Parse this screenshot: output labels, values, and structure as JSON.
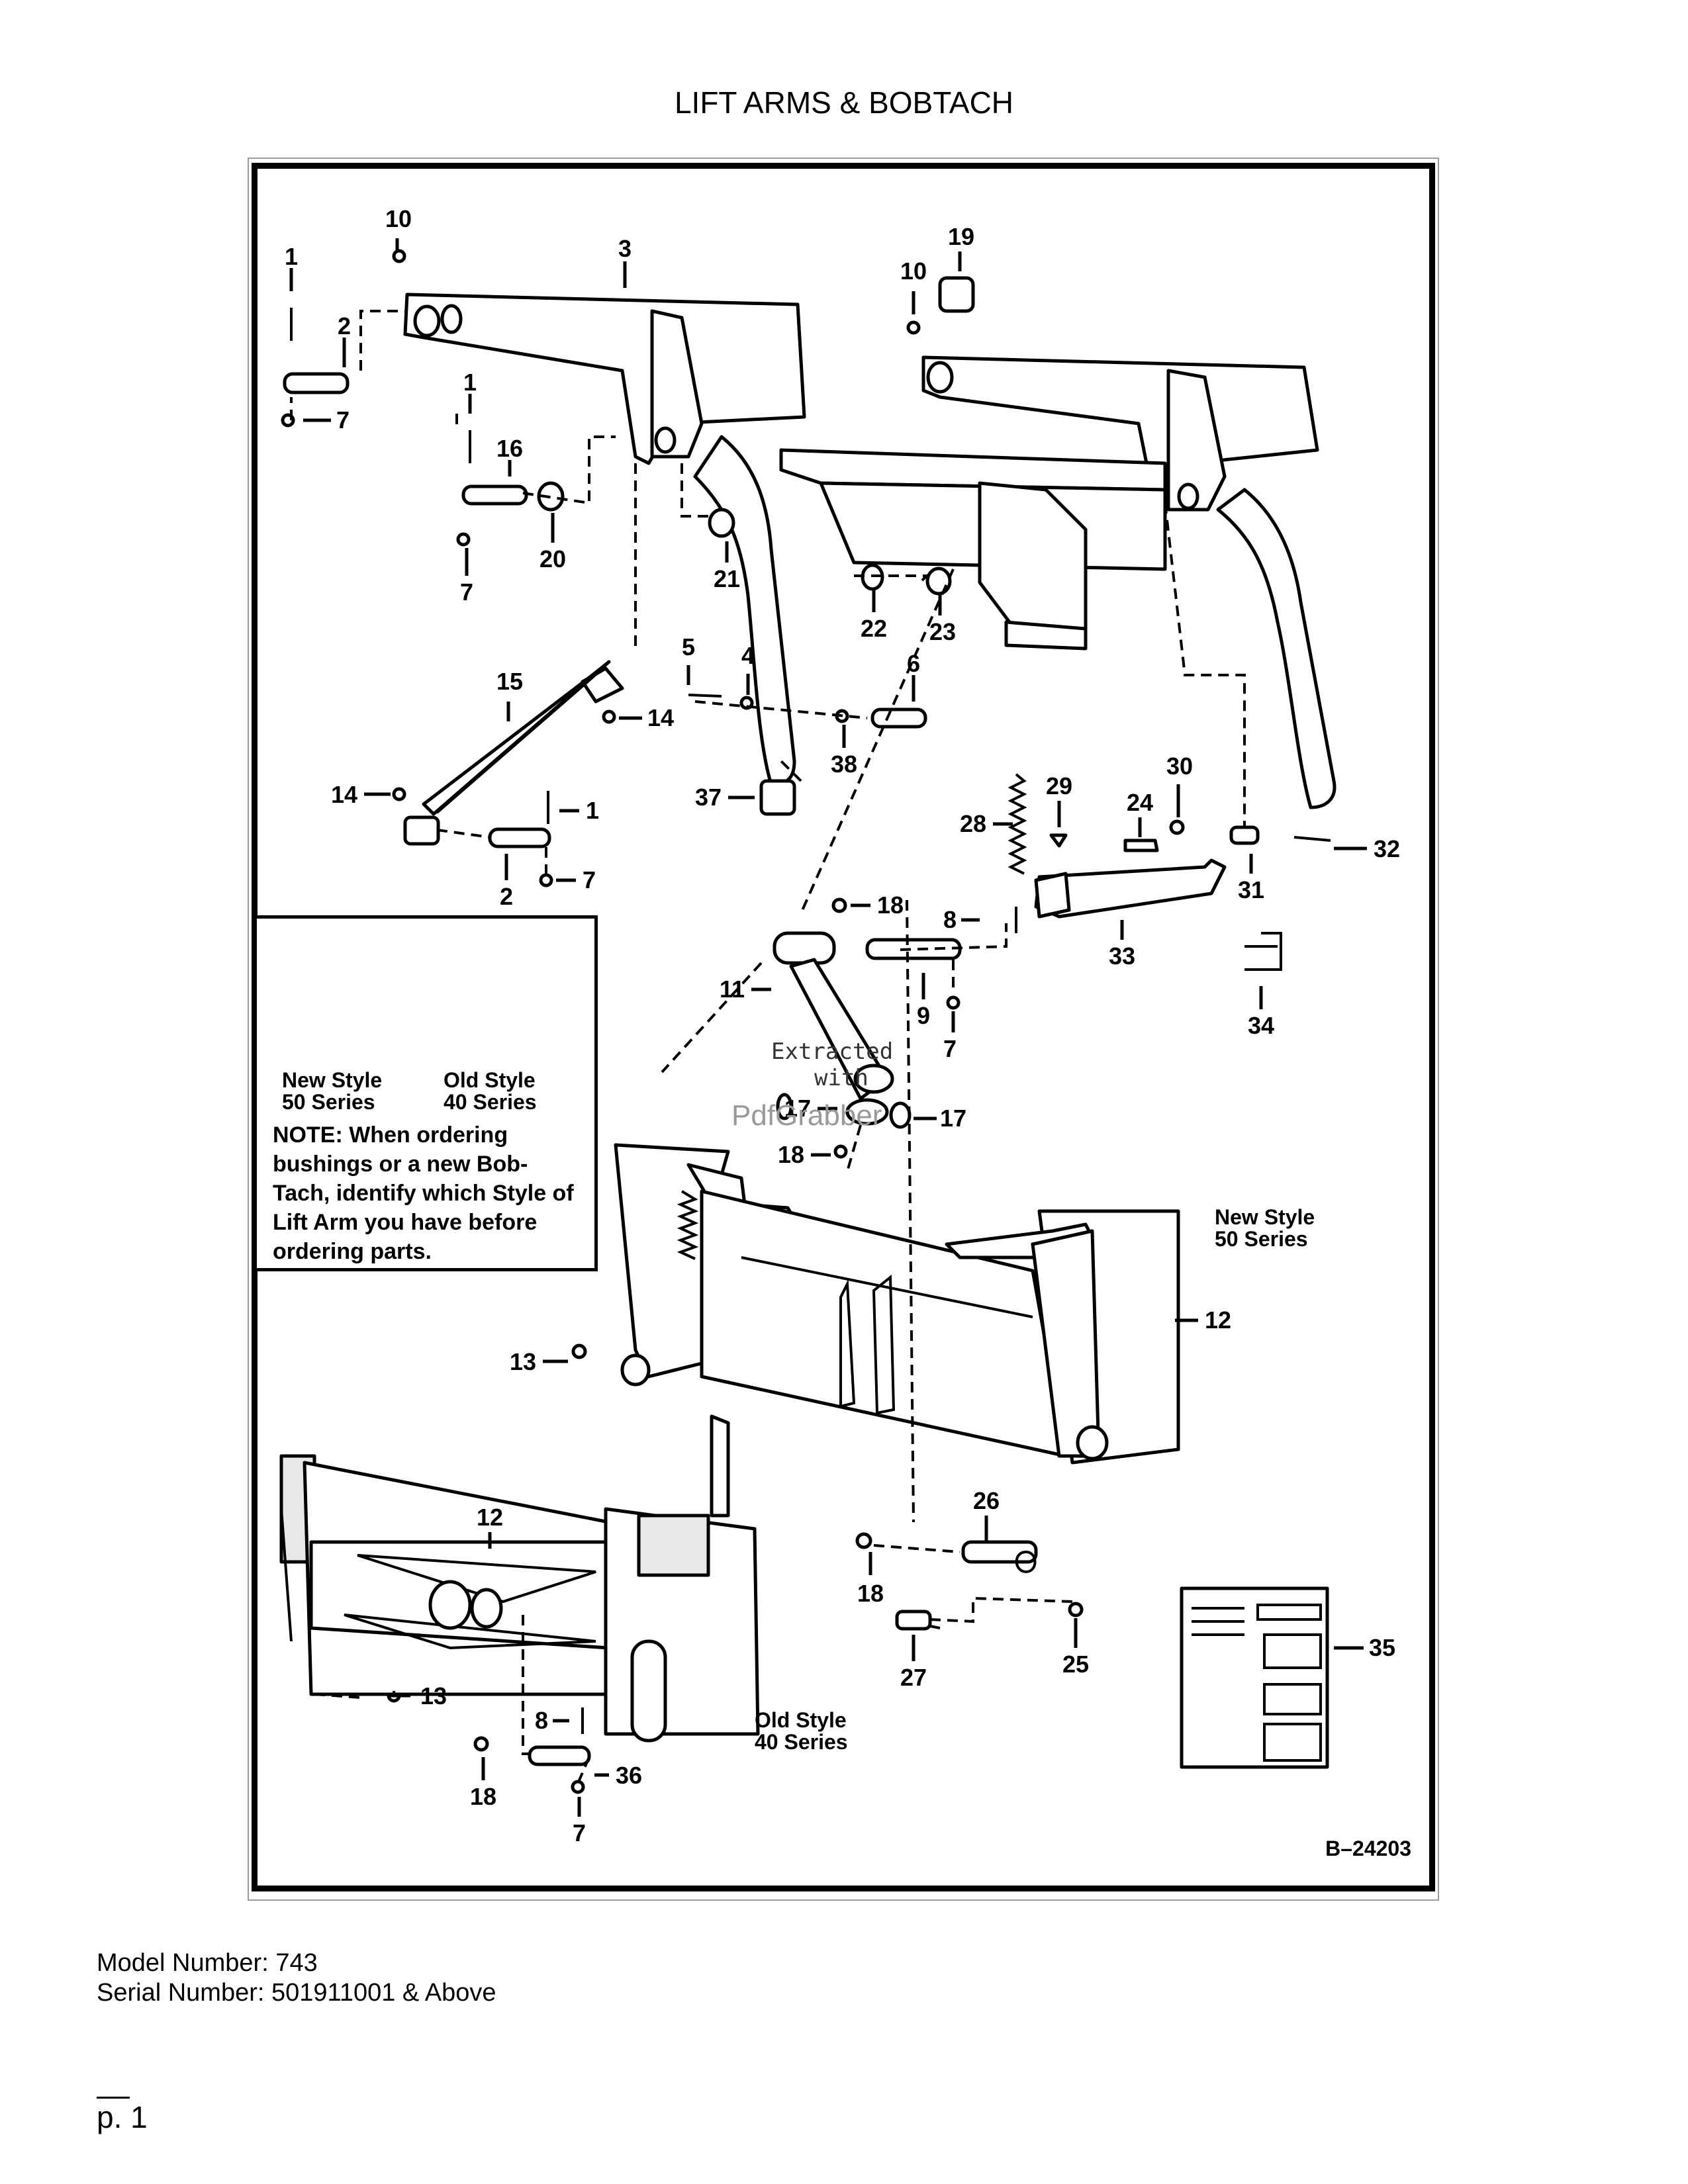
{
  "page": {
    "title": "LIFT ARMS & BOBTACH",
    "page_number": "p. 1"
  },
  "diagram": {
    "drawing_number": "B–24203",
    "callouts": {
      "c1": "1",
      "c2": "2",
      "c3": "3",
      "c4": "4",
      "c5": "5",
      "c6": "6",
      "c7": "7",
      "c8": "8",
      "c9": "9",
      "c10": "10",
      "c11": "11",
      "c12": "12",
      "c13": "13",
      "c14": "14",
      "c15": "15",
      "c16": "16",
      "c17": "17",
      "c18": "18",
      "c19": "19",
      "c20": "20",
      "c21": "21",
      "c22": "22",
      "c23": "23",
      "c24": "24",
      "c25": "25",
      "c26": "26",
      "c27": "27",
      "c28": "28",
      "c29": "29",
      "c30": "30",
      "c31": "31",
      "c32": "32",
      "c33": "33",
      "c34": "34",
      "c35": "35",
      "c36": "36",
      "c37": "37",
      "c38": "38"
    },
    "new_style_a": "New Style",
    "new_style_b": "50 Series",
    "old_style_a": "Old Style",
    "old_style_b": "40 Series",
    "note": "NOTE: When ordering bushings or a new Bob-Tach, identify which Style of Lift Arm you have before ordering parts.",
    "watermark_line1": "Extracted",
    "watermark_line2": "with",
    "watermark_brand": "PdfGrabber"
  },
  "footer": {
    "model_number": "Model Number: 743",
    "serial_number": "Serial Number: 501911001 & Above"
  }
}
